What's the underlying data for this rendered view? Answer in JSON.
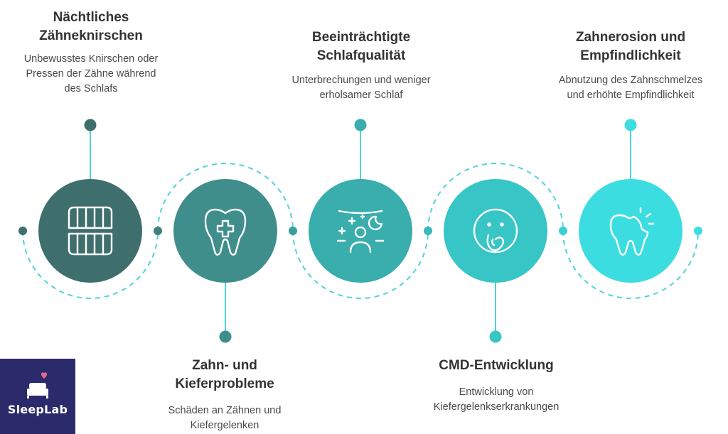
{
  "steps": [
    {
      "title": "Nächtliches\nZähneknirschen",
      "description": "Unbewusstes Knirschen oder\nPressen der Zähne während\ndes Schlafs",
      "icon": "teeth-icon",
      "color": "#3f6f6c"
    },
    {
      "title": "Zahn- und\nKieferprobleme",
      "description": "Schäden an Zähnen und\nKiefergelenken",
      "icon": "tooth-cross-icon",
      "color": "#3f8e8c"
    },
    {
      "title": "Beeinträchtigte\nSchlafqualität",
      "description": "Unterbrechungen und weniger\nerholsamer Schlaf",
      "icon": "sleep-stars-icon",
      "color": "#39aeac"
    },
    {
      "title": "CMD-Entwicklung",
      "description": "Entwicklung von\nKiefergelenkserkrankungen",
      "icon": "jaw-face-icon",
      "color": "#37c5c6"
    },
    {
      "title": "Zahnerosion und\nEmpfindlichkeit",
      "description": "Abnutzung des Zahnschmelzes\nund erhöhte Empfindlichkeit",
      "icon": "sensitive-tooth-icon",
      "color": "#3cdde0"
    }
  ],
  "connector_color": "#4fd3d8",
  "logo": {
    "text": "SleepLab",
    "icon": "bed-icon",
    "background": "#2b2a6b"
  }
}
